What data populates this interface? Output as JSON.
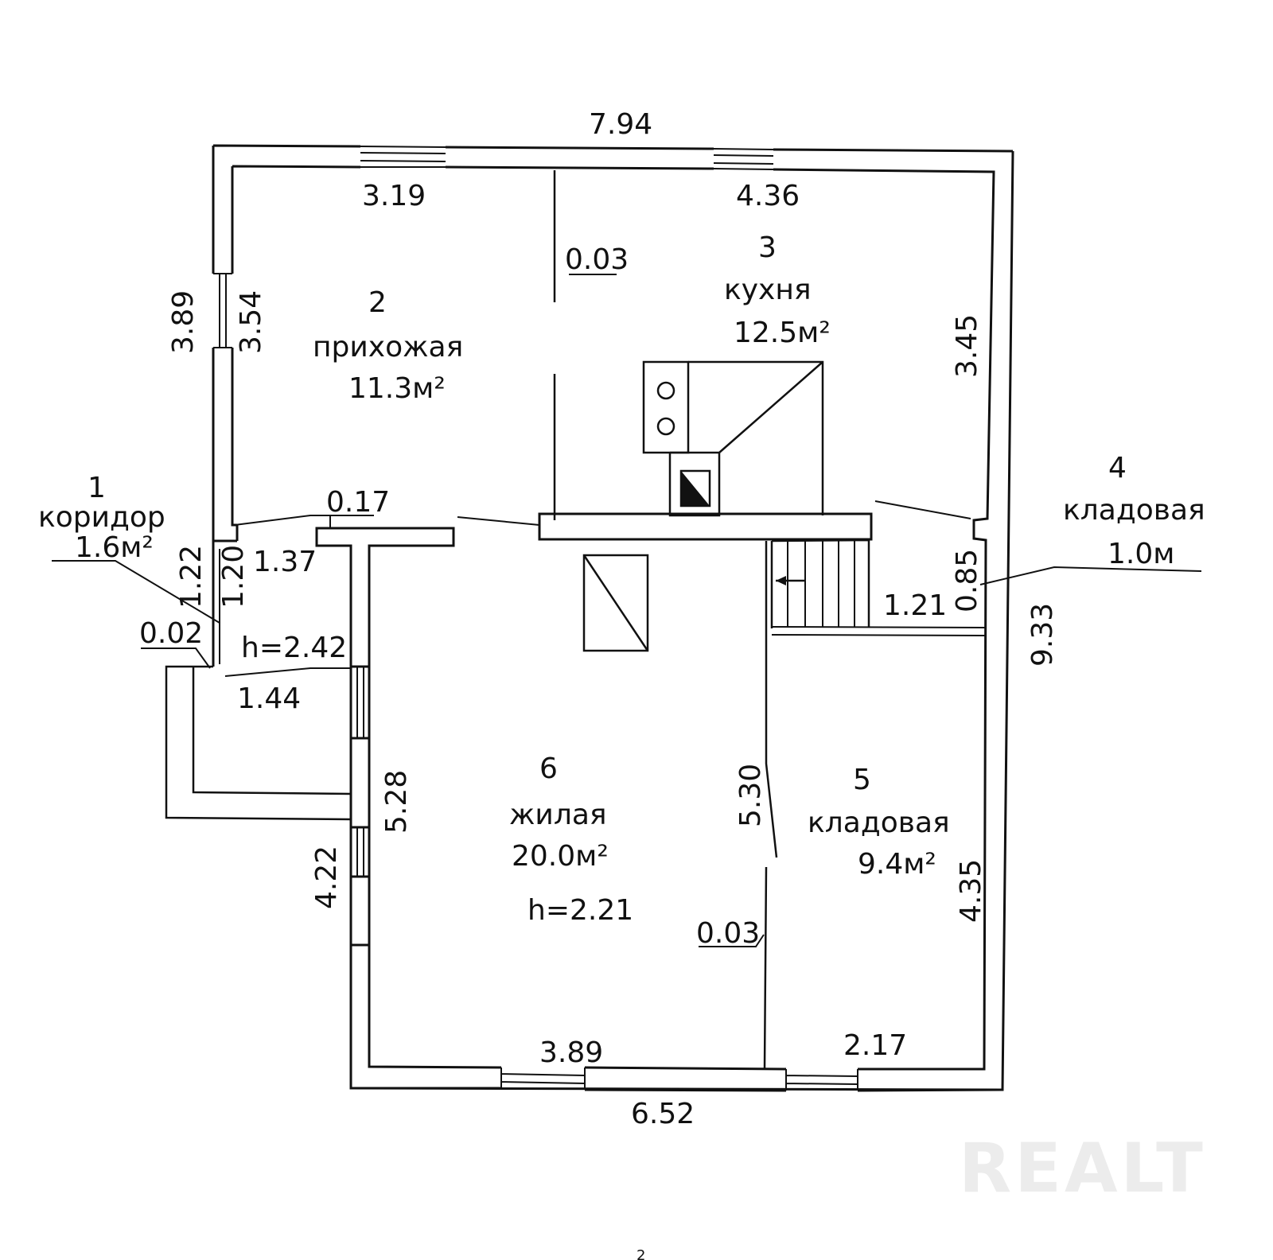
{
  "rooms": [
    {
      "number": "1",
      "name": "коридор",
      "area": "1.6м²"
    },
    {
      "number": "2",
      "name": "прихожая",
      "area": "11.3м²"
    },
    {
      "number": "3",
      "name": "кухня",
      "area": "12.5м²"
    },
    {
      "number": "4",
      "name": "кладовая",
      "area": "1.0м"
    },
    {
      "number": "5",
      "name": "кладовая",
      "area": "9.4м²"
    },
    {
      "number": "6",
      "name": "жилая",
      "area": "20.0м²"
    }
  ],
  "heights": {
    "corridor": "h=2.42",
    "living": "h=2.21"
  },
  "dimensions": {
    "top_overall": "7.94",
    "top_left": "3.19",
    "top_right": "4.36",
    "left_outer": "3.89",
    "left_inner": "3.54",
    "partition_top": "0.03",
    "kitchen_right": "3.45",
    "threshold": "0.17",
    "corridor_outer": "1.22",
    "corridor_inner": "1.20",
    "corridor_width": "1.37",
    "corridor_small": "0.02",
    "corridor_bottom": "1.44",
    "storage4_height": "0.85",
    "storage4_width": "1.21",
    "right_overall": "9.33",
    "living_left_inner": "5.28",
    "living_left_outer": "4.22",
    "partition_height": "5.30",
    "partition_bottom": "0.03",
    "storage5_height": "4.35",
    "bottom_left": "3.89",
    "bottom_right": "2.17",
    "bottom_overall": "6.52"
  },
  "watermark": "REALT",
  "page_mark": "2"
}
